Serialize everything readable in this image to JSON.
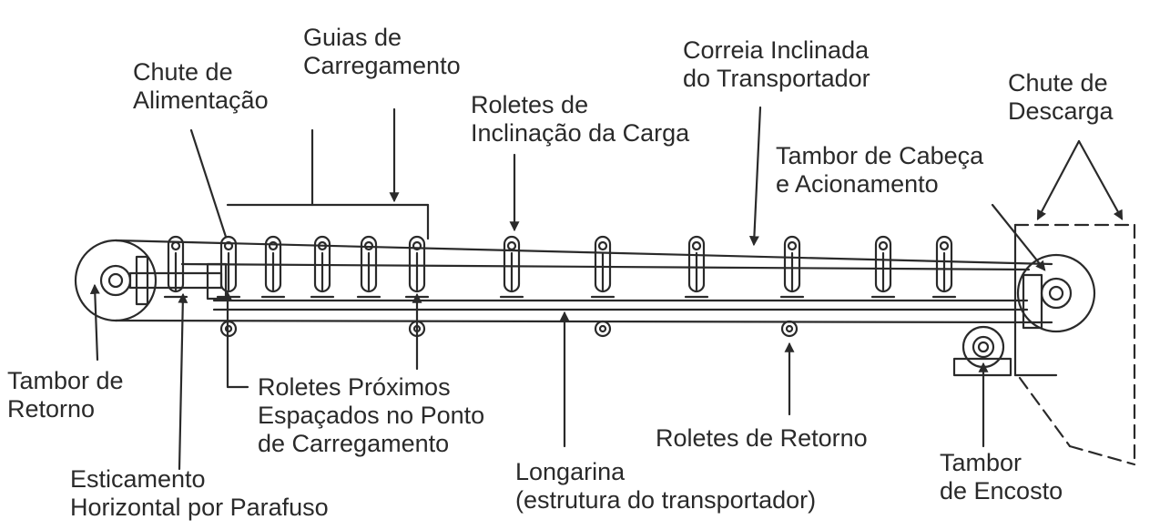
{
  "labels": {
    "guias": [
      "Guias de",
      "Carregamento"
    ],
    "chute_alimentacao": [
      "Chute de",
      "Alimentação"
    ],
    "correia": [
      "Correia Inclinada",
      "do Transportador"
    ],
    "roletes_inclinacao": [
      "Roletes de",
      "Inclinação da Carga"
    ],
    "chute_descarga": [
      "Chute de",
      "Descarga"
    ],
    "tambor_cabeca": [
      "Tambor de Cabeça",
      "e Acionamento"
    ],
    "tambor_retorno": [
      "Tambor de",
      "Retorno"
    ],
    "roletes_proximos": [
      "Roletes Próximos",
      "Espaçados no Ponto",
      "de Carregamento"
    ],
    "esticamento": [
      "Esticamento",
      "Horizontal por Parafuso"
    ],
    "longarina": [
      "Longarina",
      "(estrutura do transportador)"
    ],
    "roletes_retorno": [
      "Roletes de Retorno"
    ],
    "tambor_encosto": [
      "Tambor",
      "de Encosto"
    ]
  },
  "colors": {
    "ink": "#2a2a2a",
    "background": "#ffffff"
  }
}
